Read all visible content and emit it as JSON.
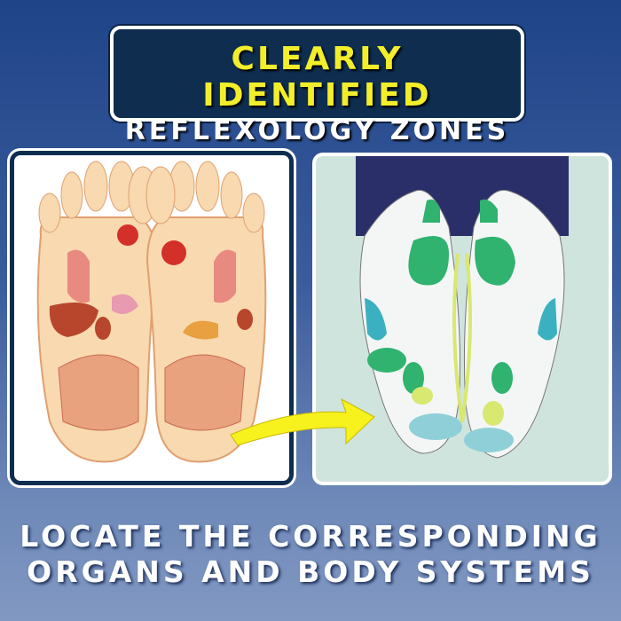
{
  "header": {
    "line1": "CLEARLY IDENTIFIED",
    "line2": "REFLEXOLOGY ZONES"
  },
  "footer": {
    "line1": "LOCATE THE CORRESPONDING",
    "line2": "ORGANS AND BODY SYSTEMS"
  },
  "colors": {
    "title_yellow": "#f2ee2a",
    "navy": "#0e2d4f",
    "zone_green": "#2fb36e",
    "arrow_yellow": "#f7f21e",
    "foot_peach": "#f8d9b0"
  }
}
